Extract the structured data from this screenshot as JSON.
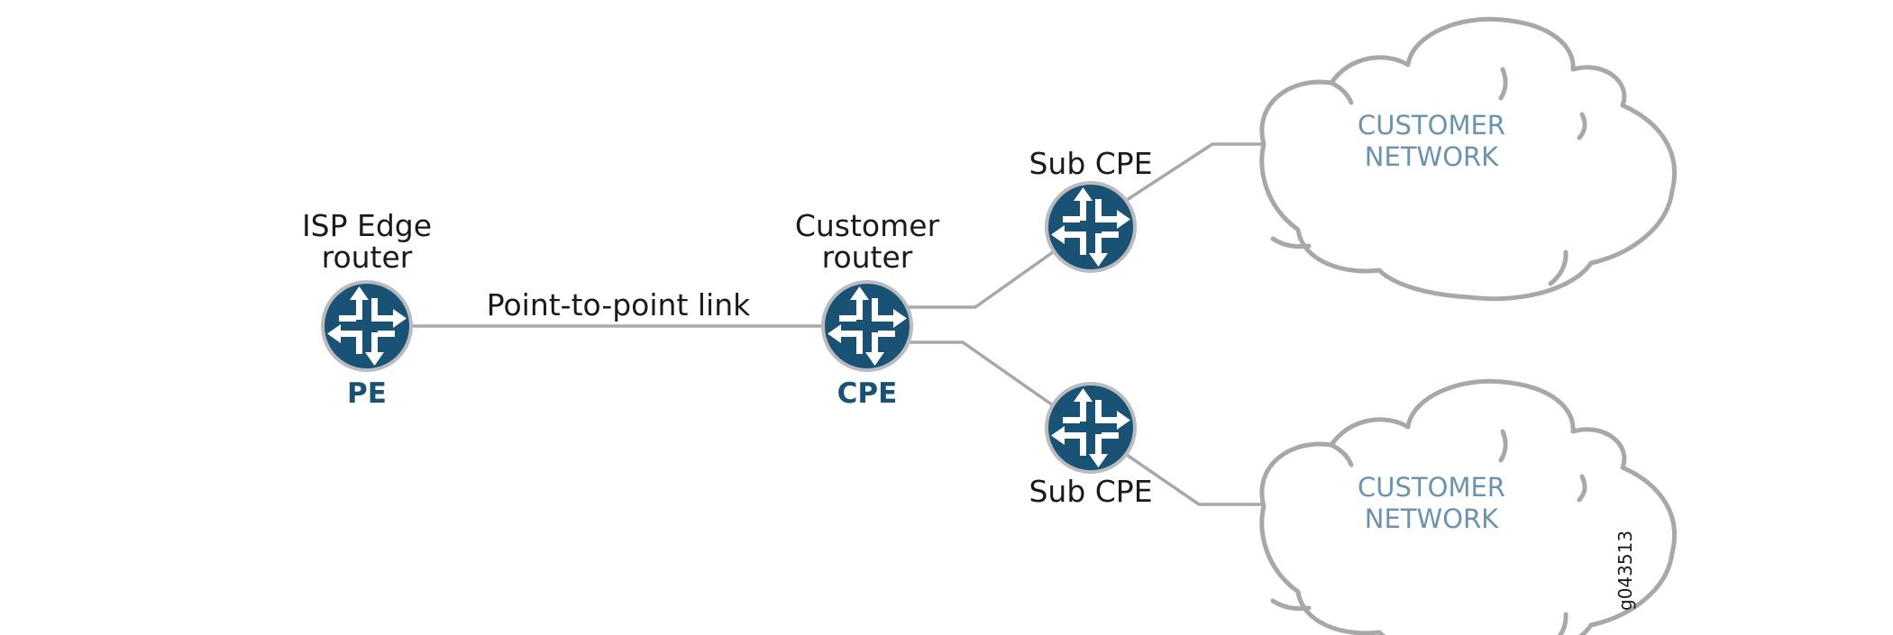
{
  "pe": {
    "name_line1": "ISP Edge",
    "name_line2": "router",
    "code": "PE"
  },
  "cpe": {
    "name_line1": "Customer",
    "name_line2": "router",
    "code": "CPE"
  },
  "link": {
    "label": "Point-to-point link"
  },
  "sub_cpe_top": {
    "label": "Sub CPE"
  },
  "sub_cpe_bottom": {
    "label": "Sub CPE"
  },
  "cloud_top": {
    "line1": "CUSTOMER",
    "line2": "NETWORK"
  },
  "cloud_bottom": {
    "line1": "CUSTOMER",
    "line2": "NETWORK"
  },
  "figure_id": "g043513",
  "colors": {
    "router_fill": "#1a5276",
    "router_ring": "#b9bbbe",
    "wire": "#a6a8aa",
    "cloud_text": "#6b93b0"
  },
  "icons": {
    "router": "router-icon",
    "cloud": "cloud-icon"
  }
}
